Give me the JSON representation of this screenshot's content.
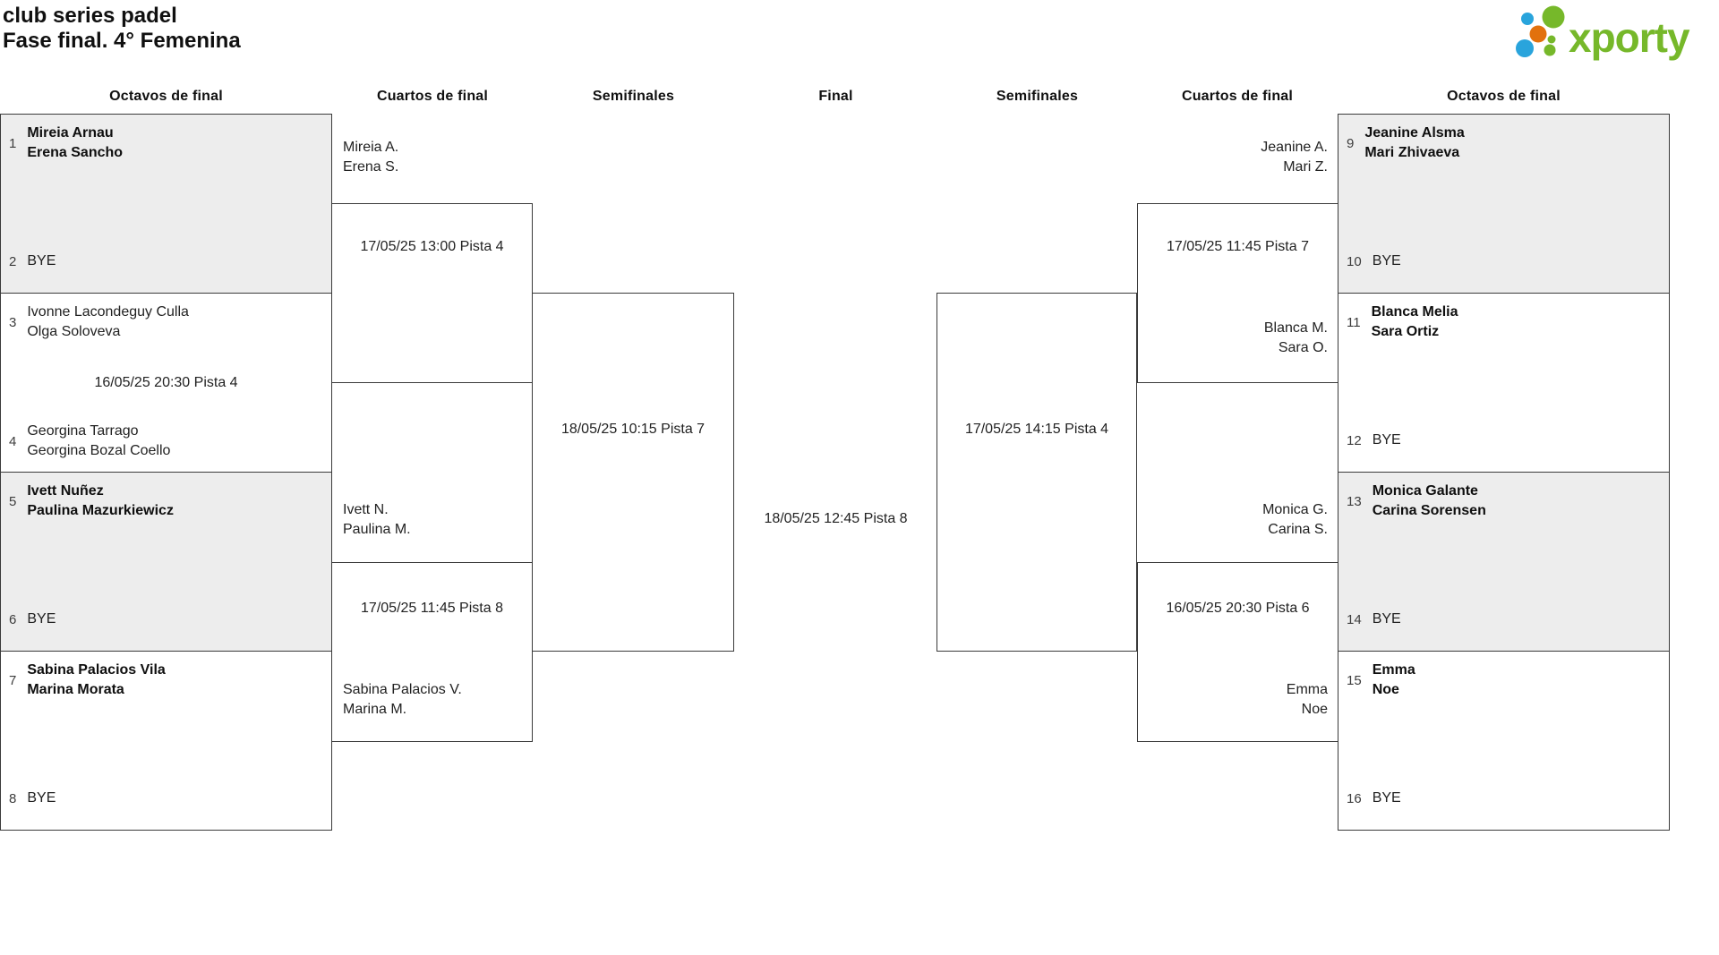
{
  "title": {
    "line1": "club series padel",
    "line2": "Fase final. 4° Femenina"
  },
  "logo": {
    "wordmark": "xporty",
    "colors": {
      "green": "#76b82a",
      "blue": "#29a4dc",
      "orange": "#e2710d"
    }
  },
  "rounds": [
    "Octavos de final",
    "Cuartos de final",
    "Semifinales",
    "Final",
    "Semifinales",
    "Cuartos de final",
    "Octavos de final"
  ],
  "octavos": [
    {
      "top": {
        "seed": "1",
        "line1": "Mireia Arnau",
        "line2": "Erena Sancho"
      },
      "bottom": {
        "seed": "2",
        "line1": "BYE"
      }
    },
    {
      "top": {
        "seed": "3",
        "line1": "Ivonne Lacondeguy Culla",
        "line2": "Olga Soloveva"
      },
      "schedule": "16/05/25 20:30 Pista 4",
      "bottom": {
        "seed": "4",
        "line1": "Georgina Tarrago",
        "line2": "Georgina Bozal Coello"
      }
    },
    {
      "top": {
        "seed": "5",
        "line1": "Ivett Nuñez",
        "line2": "Paulina Mazurkiewicz"
      },
      "bottom": {
        "seed": "6",
        "line1": "BYE"
      }
    },
    {
      "top": {
        "seed": "7",
        "line1": "Sabina Palacios Vila",
        "line2": "Marina Morata"
      },
      "bottom": {
        "seed": "8",
        "line1": "BYE"
      }
    },
    {
      "top": {
        "seed": "9",
        "line1": "Jeanine Alsma",
        "line2": "Mari Zhivaeva"
      },
      "bottom": {
        "seed": "10",
        "line1": "BYE"
      }
    },
    {
      "top": {
        "seed": "11",
        "line1": "Blanca Melia",
        "line2": "Sara Ortiz"
      },
      "bottom": {
        "seed": "12",
        "line1": "BYE"
      }
    },
    {
      "top": {
        "seed": "13",
        "line1": "Monica Galante",
        "line2": "Carina Sorensen"
      },
      "bottom": {
        "seed": "14",
        "line1": "BYE"
      }
    },
    {
      "top": {
        "seed": "15",
        "line1": "Emma",
        "line2": "Noe"
      },
      "bottom": {
        "seed": "16",
        "line1": "BYE"
      }
    }
  ],
  "quarterfinals": [
    {
      "schedule": "17/05/25 13:00 Pista 4",
      "team_top": {
        "line1": "Mireia A.",
        "line2": "Erena S."
      }
    },
    {
      "schedule": "17/05/25 11:45 Pista 8",
      "team_top": {
        "line1": "Ivett N.",
        "line2": "Paulina M."
      },
      "team_bottom": {
        "line1": "Sabina Palacios V.",
        "line2": "Marina M."
      }
    },
    {
      "schedule": "17/05/25 11:45 Pista 7",
      "team_top": {
        "line1": "Jeanine A.",
        "line2": "Mari Z."
      },
      "team_bottom": {
        "line1": "Blanca M.",
        "line2": "Sara O."
      }
    },
    {
      "schedule": "16/05/25 20:30 Pista 6",
      "team_top": {
        "line1": "Monica G.",
        "line2": "Carina S."
      },
      "team_bottom": {
        "line1": "Emma",
        "line2": "Noe"
      }
    }
  ],
  "semifinals": [
    {
      "schedule": "18/05/25 10:15 Pista 7"
    },
    {
      "schedule": "17/05/25 14:15 Pista 4"
    }
  ],
  "final": {
    "schedule": "18/05/25 12:45 Pista 8"
  }
}
